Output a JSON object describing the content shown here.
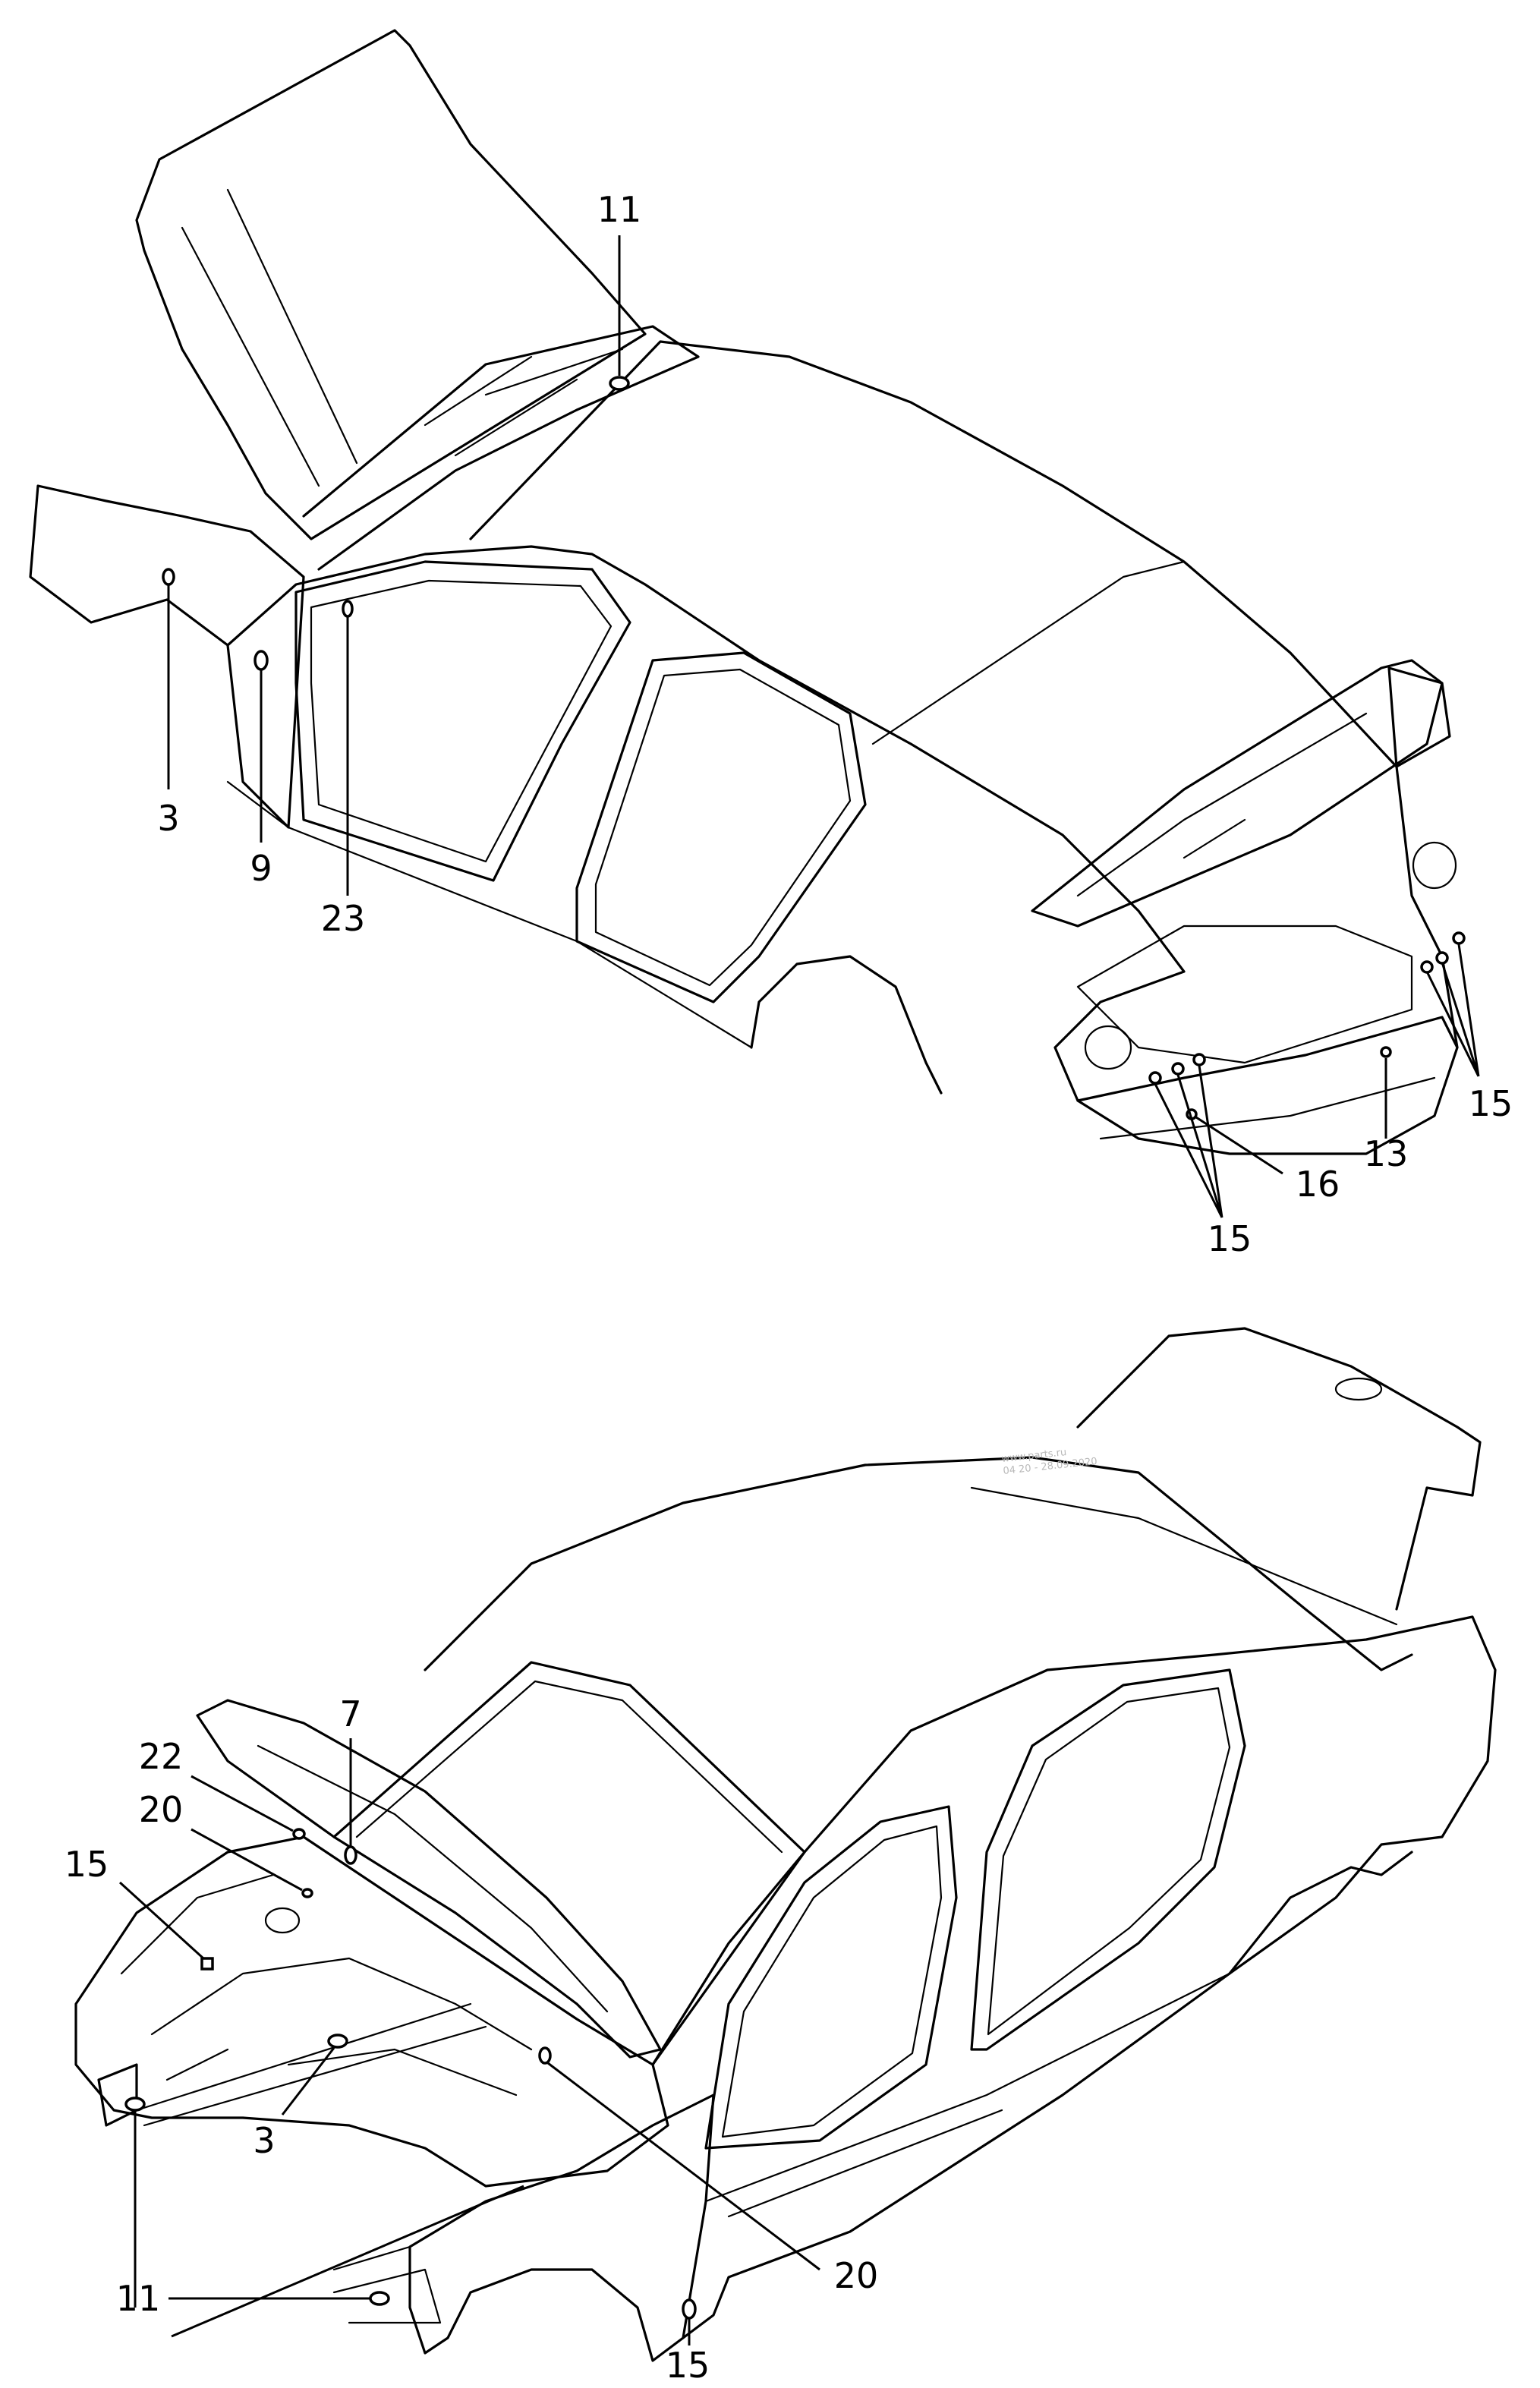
{
  "diagram": {
    "views": [
      {
        "id": "rear-view",
        "callouts": [
          {
            "id": "c-11",
            "label": "11"
          },
          {
            "id": "c-3",
            "label": "3"
          },
          {
            "id": "c-9",
            "label": "9"
          },
          {
            "id": "c-23",
            "label": "23"
          },
          {
            "id": "c-15a",
            "label": "15"
          },
          {
            "id": "c-13",
            "label": "13"
          },
          {
            "id": "c-16",
            "label": "16"
          },
          {
            "id": "c-15b",
            "label": "15"
          }
        ]
      },
      {
        "id": "front-view",
        "callouts": [
          {
            "id": "c-7",
            "label": "7"
          },
          {
            "id": "c-22",
            "label": "22"
          },
          {
            "id": "c-20a",
            "label": "20"
          },
          {
            "id": "c-15c",
            "label": "15"
          },
          {
            "id": "c-3b",
            "label": "3"
          },
          {
            "id": "c-11b",
            "label": "11"
          },
          {
            "id": "c-20b",
            "label": "20"
          },
          {
            "id": "c-15d",
            "label": "15"
          }
        ]
      }
    ],
    "watermark": [
      "www.parts.ru",
      "04 20 - 28.09.2020"
    ]
  }
}
